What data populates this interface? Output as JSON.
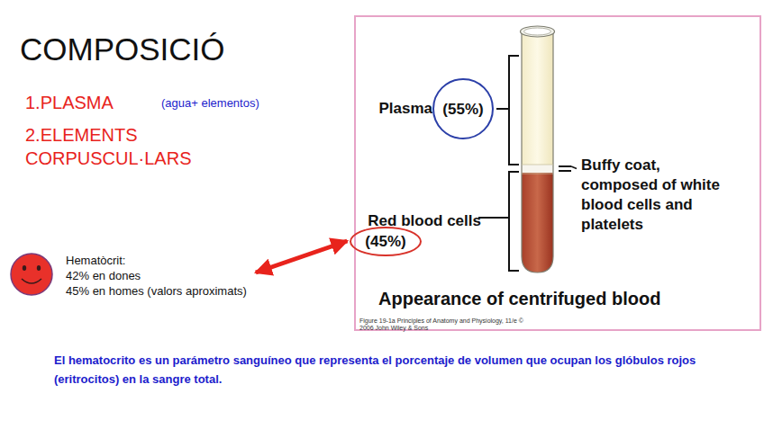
{
  "diagram": {
    "title": "COMPOSICIÓ",
    "nodes": [
      {
        "text": [
          "Appearance of centrifuged blood",
          "Figure 19-1a Principles of Anatomy and Physiology, 11/e © 2006 John Wiley & Sons"
        ]
      },
      {
        "text": [
          "Plasma",
          "(55%)"
        ],
        "in": 0
      },
      {
        "text": [
          "Red blood cells",
          "(45%)"
        ],
        "in": 0
      },
      {
        "text": [
          "Hematòcrit:",
          "42% en dones",
          "45% en homes (valors aproximats)"
        ]
      }
    ],
    "edges": [
      {
        "from": 3,
        "to": 2,
        "arrow": "both"
      }
    ],
    "labels": [
      "1.PLASMA",
      "(agua+ elementos)",
      "2.ELEMENTS CORPUSCUL·LARS",
      "Buffy coat, composed of white blood cells and platelets",
      "El hematocrito es un parámetro sanguíneo que representa el porcentaje de volumen que ocupan los glóbulos rojos (eritrocitos) en la sangre total."
    ]
  }
}
